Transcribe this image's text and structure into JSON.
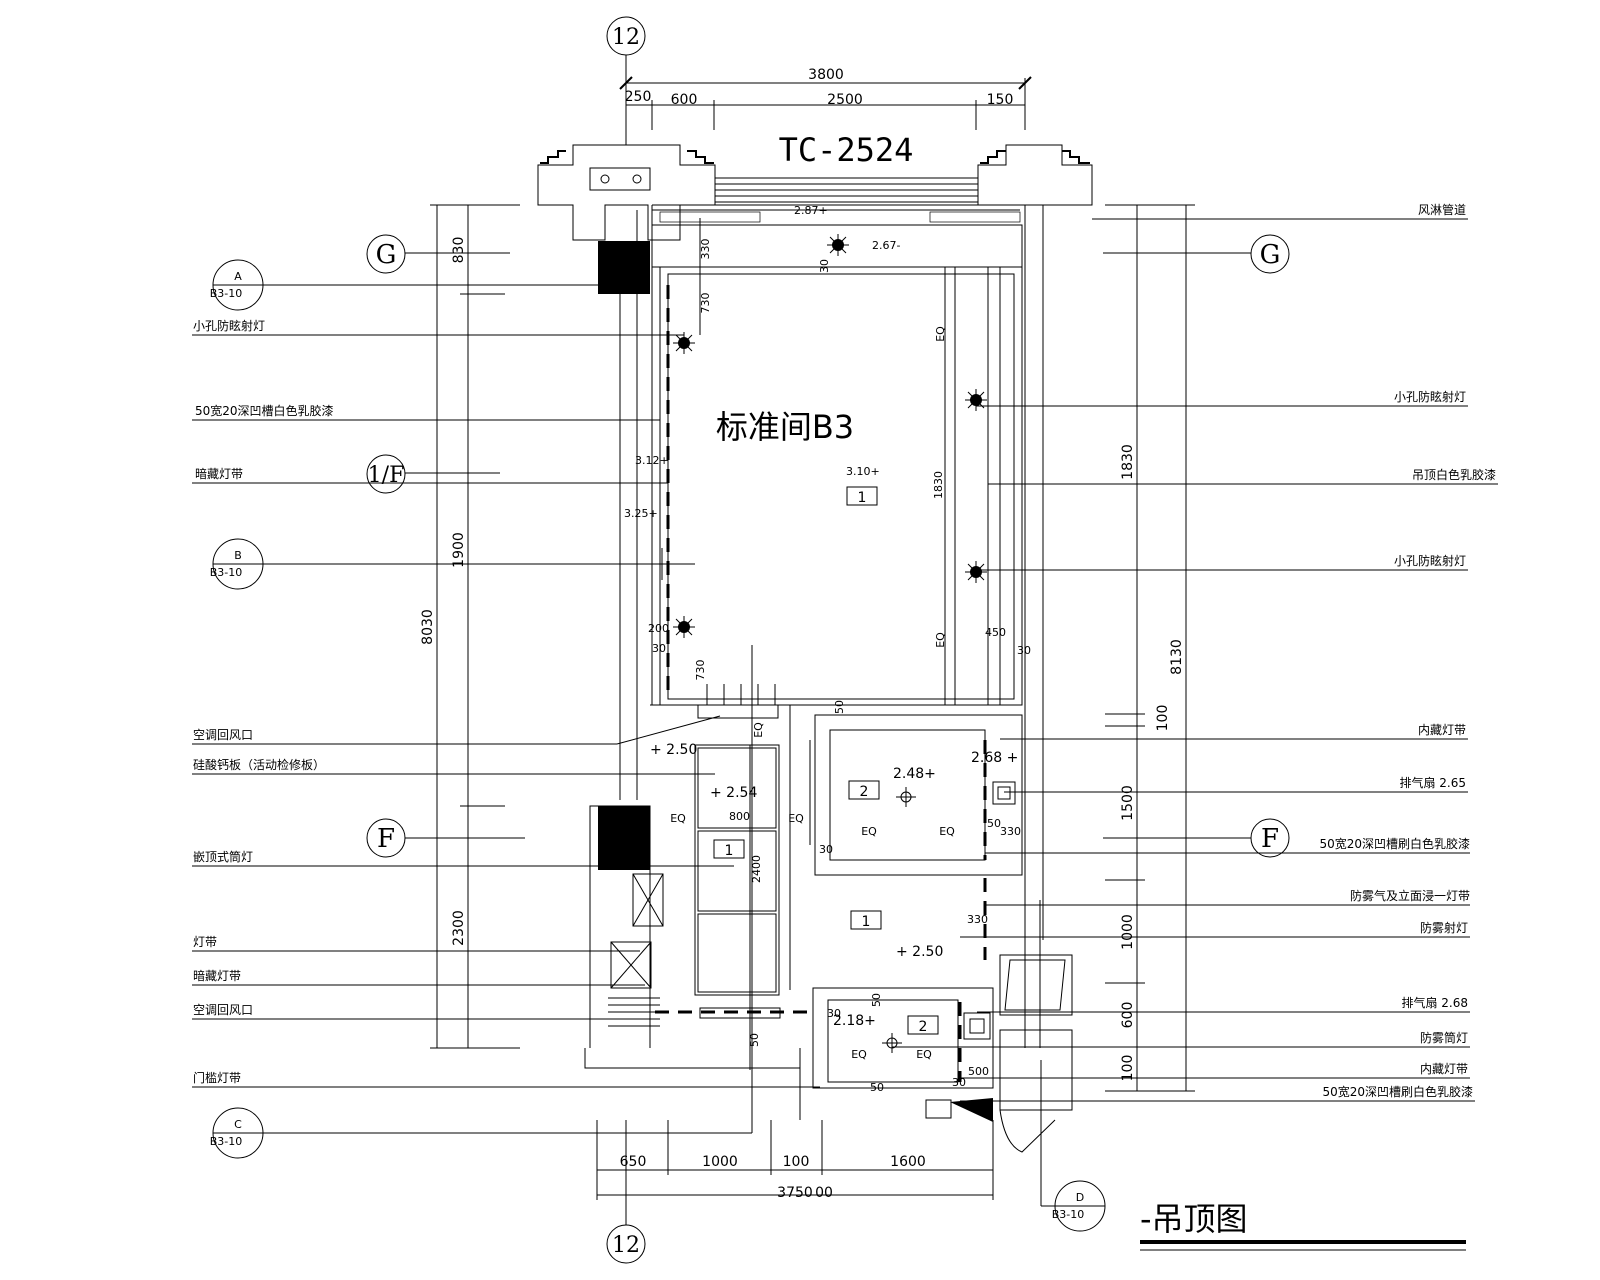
{
  "room_title": "标准间B3",
  "window_code": "TC-2524",
  "drawing_title": "-吊顶图",
  "grid_labels": {
    "top": "12",
    "bottom": "12",
    "g": "G",
    "one_f": "1/F",
    "f": "F"
  },
  "section_marks": [
    {
      "letter": "A",
      "sheet": "B3-10"
    },
    {
      "letter": "B",
      "sheet": "B3-10"
    },
    {
      "letter": "C",
      "sheet": "B3-10"
    },
    {
      "letter": "D",
      "sheet": "B3-10"
    }
  ],
  "top_dims": {
    "total": "3800",
    "a": "250",
    "b": "600",
    "c": "2500",
    "d": "150"
  },
  "bottom_dims": {
    "a": "650",
    "b": "1000",
    "c": "100",
    "d": "1600",
    "total": "3750",
    "total_suffix": "00"
  },
  "left_dims": {
    "total": "8030",
    "a": "830",
    "b": "1900",
    "c": "2300"
  },
  "right_dims": {
    "total": "8130",
    "a": "1830",
    "b": "100",
    "c": "1500",
    "d": "1000",
    "e": "600",
    "f": "100"
  },
  "inner_dims": {
    "d330": "330",
    "d730a": "730",
    "d30a": "30",
    "d200": "200",
    "d30b": "30",
    "d730b": "730",
    "d1830": "1830",
    "d450": "450",
    "d30c": "30",
    "d800": "800",
    "d2400": "2400",
    "d50a": "50",
    "d330b": "330",
    "d30d": "30",
    "d50b": "50",
    "d330c": "330",
    "d50c": "50",
    "d50d": "50",
    "d500": "500",
    "d30e": "30",
    "d50e": "50",
    "d30f": "30"
  },
  "elevations": {
    "e287": "2.87+",
    "e267": "2.67-",
    "e312": "3.12+",
    "e325": "3.25+",
    "e310": "3.10+",
    "e250a": "+ 2.50",
    "e254": "+ 2.54",
    "e248": "2.48+",
    "e268": "2.68 +",
    "e250b": "+ 2.50",
    "e218": "2.18+"
  },
  "ceiling_tags": [
    "1",
    "1",
    "2",
    "1",
    "2"
  ],
  "eq": "EQ",
  "left_callouts": [
    "小孔防眩射灯",
    "50宽20深凹槽白色乳胶漆",
    "暗藏灯带",
    "空调回风口",
    "硅酸钙板（活动检修板）",
    "嵌顶式筒灯",
    "灯带",
    "暗藏灯带",
    "空调回风口",
    "门槛灯带"
  ],
  "right_callouts": [
    "风淋管道",
    "小孔防眩射灯",
    "吊顶白色乳胶漆",
    "小孔防眩射灯",
    "内藏灯带",
    "排气扇 2.65",
    "50宽20深凹槽刷白色乳胶漆",
    "防雾气及立面浸一灯带",
    "防雾射灯",
    "排气扇 2.68",
    "防雾筒灯",
    "内藏灯带",
    "50宽20深凹槽刷白色乳胶漆"
  ]
}
